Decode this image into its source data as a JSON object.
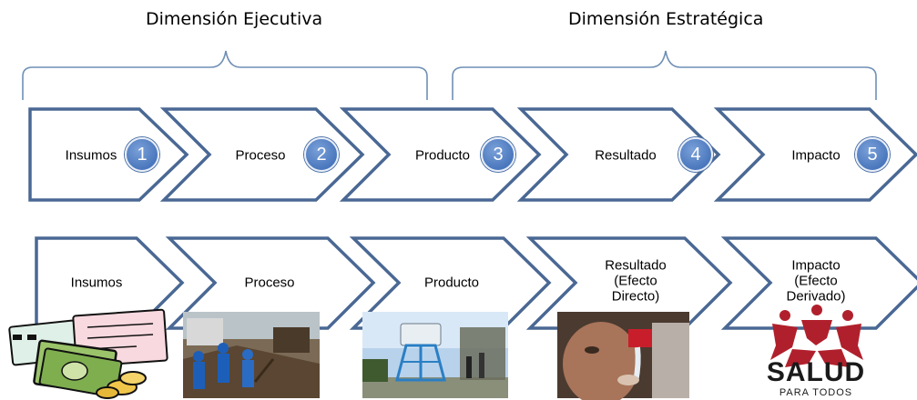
{
  "dimensions": {
    "executive_title": "Dimensión Ejecutiva",
    "strategic_title": "Dimensión Estratégica"
  },
  "top_row": [
    {
      "label": "Insumos",
      "number": "1"
    },
    {
      "label": "Proceso",
      "number": "2"
    },
    {
      "label": "Producto",
      "number": "3"
    },
    {
      "label": "Resultado",
      "number": "4"
    },
    {
      "label": "Impacto",
      "number": "5"
    }
  ],
  "bottom_row": [
    {
      "lines": [
        "Insumos"
      ]
    },
    {
      "lines": [
        "Proceso"
      ]
    },
    {
      "lines": [
        "Producto"
      ]
    },
    {
      "lines": [
        "Resultado",
        "(Efecto",
        "Directo)"
      ]
    },
    {
      "lines": [
        "Impacto",
        "(Efecto",
        "Derivado)"
      ]
    }
  ],
  "logo": {
    "main": "SALUD",
    "sub": "PARA TODOS"
  },
  "colors": {
    "chevron_stroke": "#4a6894",
    "bracket": "#6f8fb5",
    "badge": "#4a77bd",
    "logo_red": "#b0202c"
  }
}
